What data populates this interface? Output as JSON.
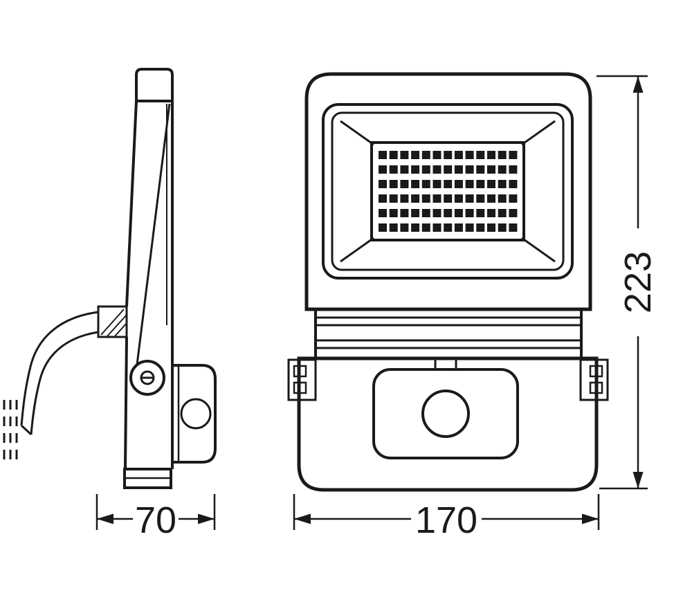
{
  "colors": {
    "line": "#1a1a1a",
    "background": "#ffffff"
  },
  "dimensions": {
    "depth": "70",
    "width": "170",
    "height": "223"
  },
  "front_view": {
    "led_grid": {
      "rows": 6,
      "cols": 13
    }
  }
}
